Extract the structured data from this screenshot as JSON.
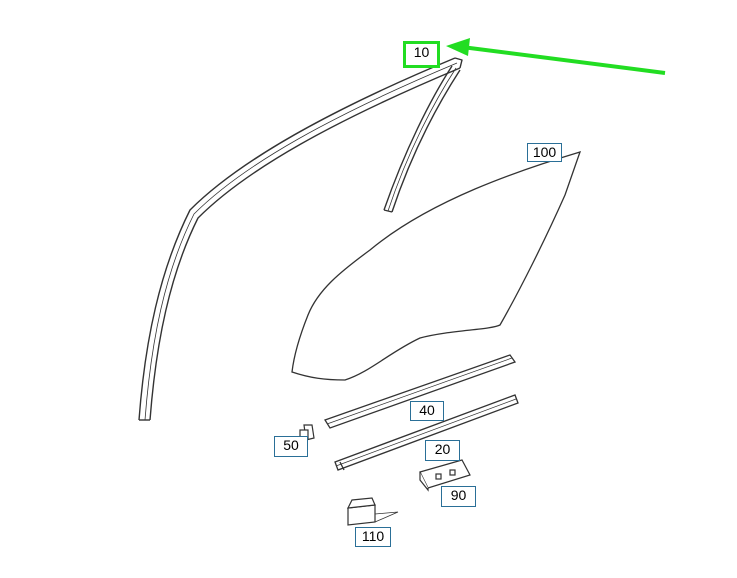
{
  "diagram": {
    "callouts": [
      {
        "id": "10",
        "label": "10",
        "highlighted": true
      },
      {
        "id": "100",
        "label": "100",
        "highlighted": false
      },
      {
        "id": "40",
        "label": "40",
        "highlighted": false
      },
      {
        "id": "50",
        "label": "50",
        "highlighted": false
      },
      {
        "id": "20",
        "label": "20",
        "highlighted": false
      },
      {
        "id": "90",
        "label": "90",
        "highlighted": false
      },
      {
        "id": "110",
        "label": "110",
        "highlighted": false
      }
    ],
    "colors": {
      "highlight": "#22dd22",
      "callout_border": "#2a6f97",
      "line": "#333333"
    }
  }
}
